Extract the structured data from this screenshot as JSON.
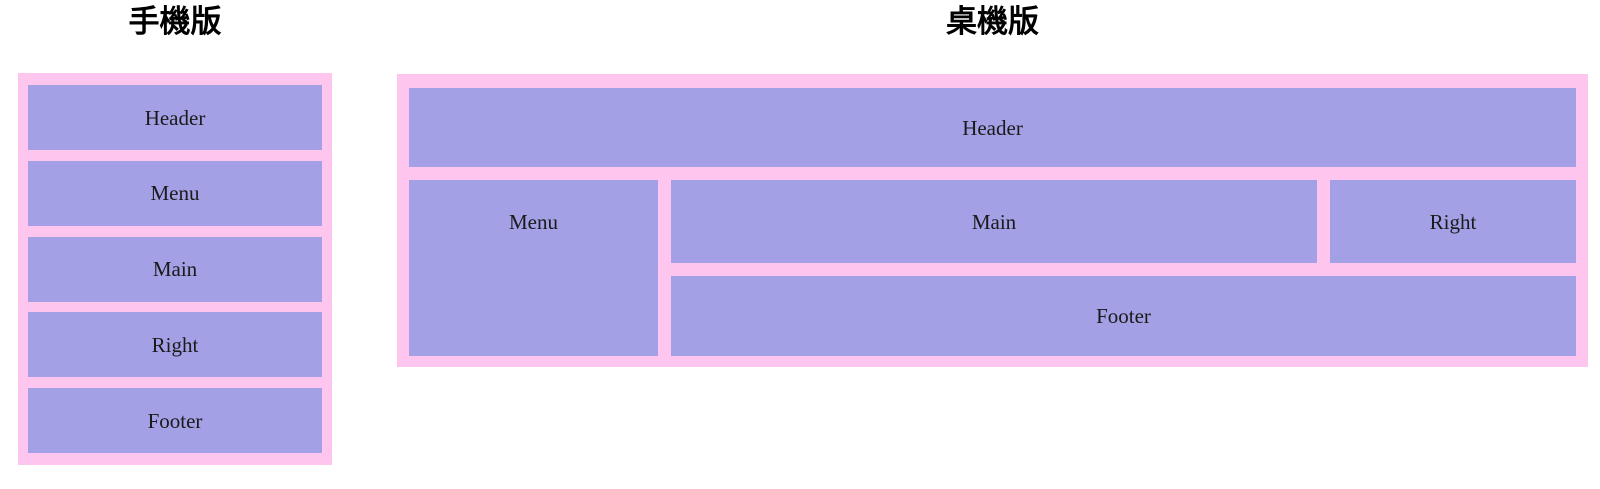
{
  "colors": {
    "page_background": "#ffffff",
    "container_pink": "#fec6ef",
    "box_purple": "#a3a0e5",
    "label_text": "#1a1a1a",
    "title_text": "#000000"
  },
  "mobile": {
    "title": "手機版",
    "boxes": [
      {
        "label": "Header"
      },
      {
        "label": "Menu"
      },
      {
        "label": "Main"
      },
      {
        "label": "Right"
      },
      {
        "label": "Footer"
      }
    ]
  },
  "desktop": {
    "title": "桌機版",
    "header": "Header",
    "menu": "Menu",
    "main": "Main",
    "right": "Right",
    "footer": "Footer"
  }
}
